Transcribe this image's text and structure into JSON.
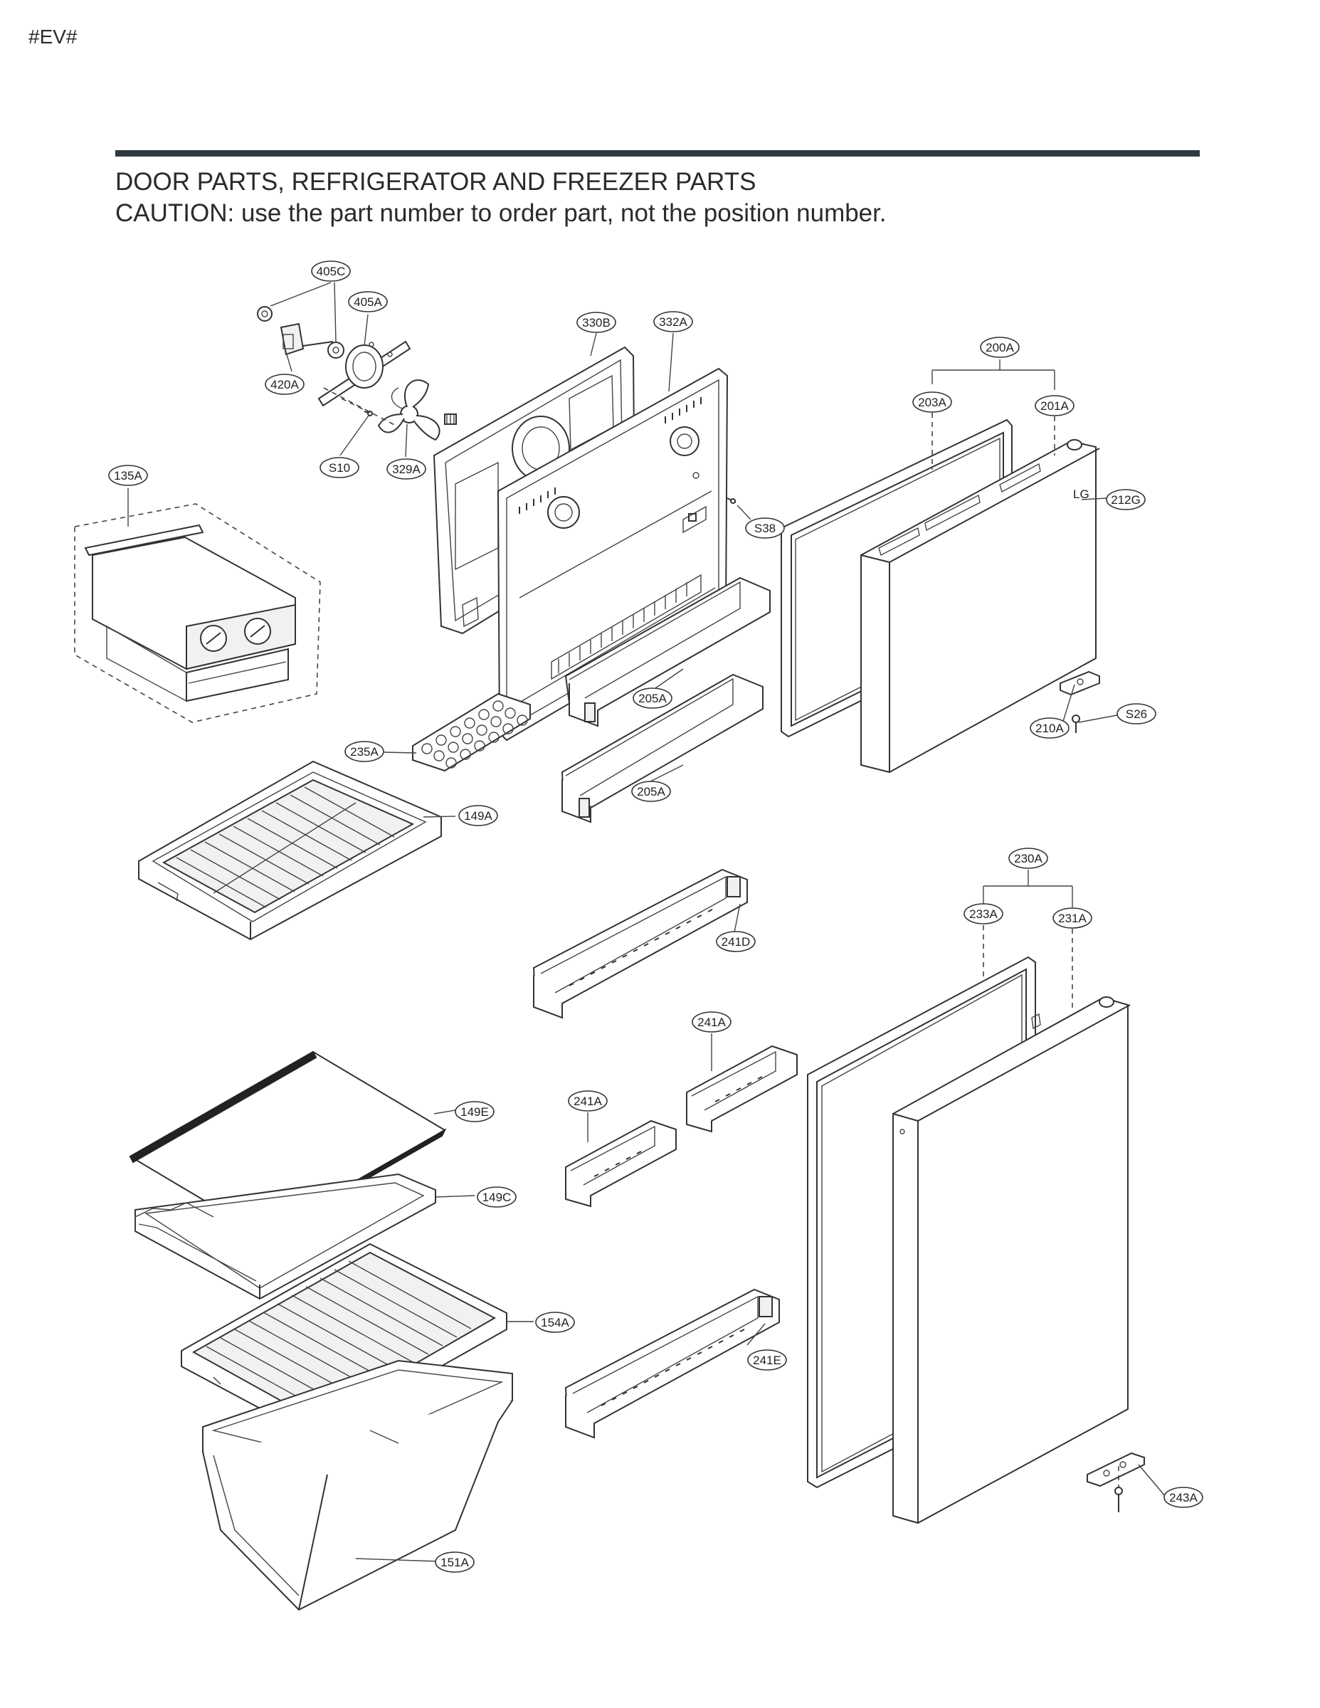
{
  "page_code": "#EV#",
  "heading": {
    "line1": "DOOR PARTS, REFRIGERATOR AND FREEZER PARTS",
    "line2": "CAUTION: use the part number to order part, not the position number."
  },
  "callouts": [
    {
      "id": "405C",
      "label": "405C"
    },
    {
      "id": "405A",
      "label": "405A"
    },
    {
      "id": "420A",
      "label": "420A"
    },
    {
      "id": "S10",
      "label": "S10"
    },
    {
      "id": "329A",
      "label": "329A"
    },
    {
      "id": "330B",
      "label": "330B"
    },
    {
      "id": "332A",
      "label": "332A"
    },
    {
      "id": "S38",
      "label": "S38"
    },
    {
      "id": "200A",
      "label": "200A"
    },
    {
      "id": "203A",
      "label": "203A"
    },
    {
      "id": "201A",
      "label": "201A"
    },
    {
      "id": "212G",
      "label": "212G"
    },
    {
      "id": "135A",
      "label": "135A"
    },
    {
      "id": "205A-1",
      "label": "205A"
    },
    {
      "id": "205A-2",
      "label": "205A"
    },
    {
      "id": "235A",
      "label": "235A"
    },
    {
      "id": "210A",
      "label": "210A"
    },
    {
      "id": "S26",
      "label": "S26"
    },
    {
      "id": "149A",
      "label": "149A"
    },
    {
      "id": "230A",
      "label": "230A"
    },
    {
      "id": "233A",
      "label": "233A"
    },
    {
      "id": "231A",
      "label": "231A"
    },
    {
      "id": "241D",
      "label": "241D"
    },
    {
      "id": "241A-1",
      "label": "241A"
    },
    {
      "id": "241A-2",
      "label": "241A"
    },
    {
      "id": "149E",
      "label": "149E"
    },
    {
      "id": "149C",
      "label": "149C"
    },
    {
      "id": "154A",
      "label": "154A"
    },
    {
      "id": "241E",
      "label": "241E"
    },
    {
      "id": "243A",
      "label": "243A"
    },
    {
      "id": "151A",
      "label": "151A"
    }
  ]
}
